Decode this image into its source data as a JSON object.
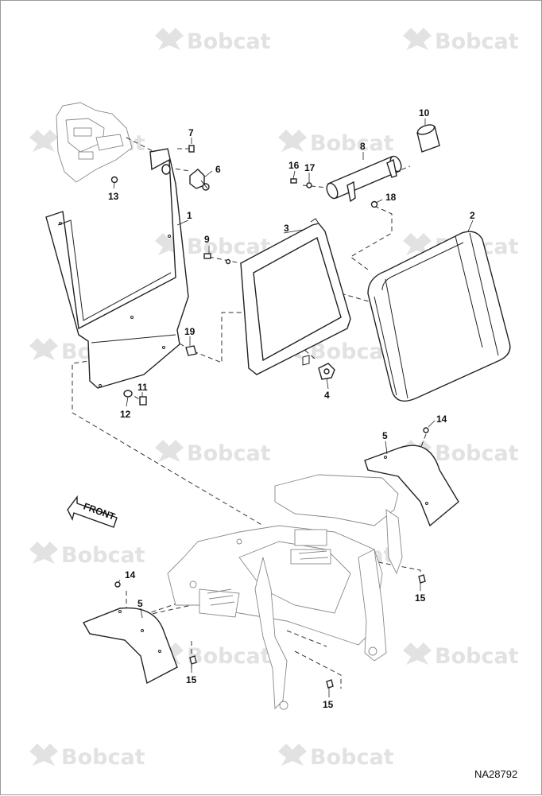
{
  "watermark": {
    "brand": "Bobcat"
  },
  "drawing": {
    "id": "NA28792"
  },
  "front_arrow": {
    "label": "FRONT"
  },
  "callouts": {
    "c1": "1",
    "c2": "2",
    "c3": "3",
    "c4": "4",
    "c5a": "5",
    "c5b": "5",
    "c6": "6",
    "c7": "7",
    "c8": "8",
    "c9": "9",
    "c10": "10",
    "c11": "11",
    "c12": "12",
    "c13": "13",
    "c14a": "14",
    "c14b": "14",
    "c15a": "15",
    "c15b": "15",
    "c15c": "15",
    "c16": "16",
    "c17": "17",
    "c18": "18",
    "c19": "19"
  }
}
